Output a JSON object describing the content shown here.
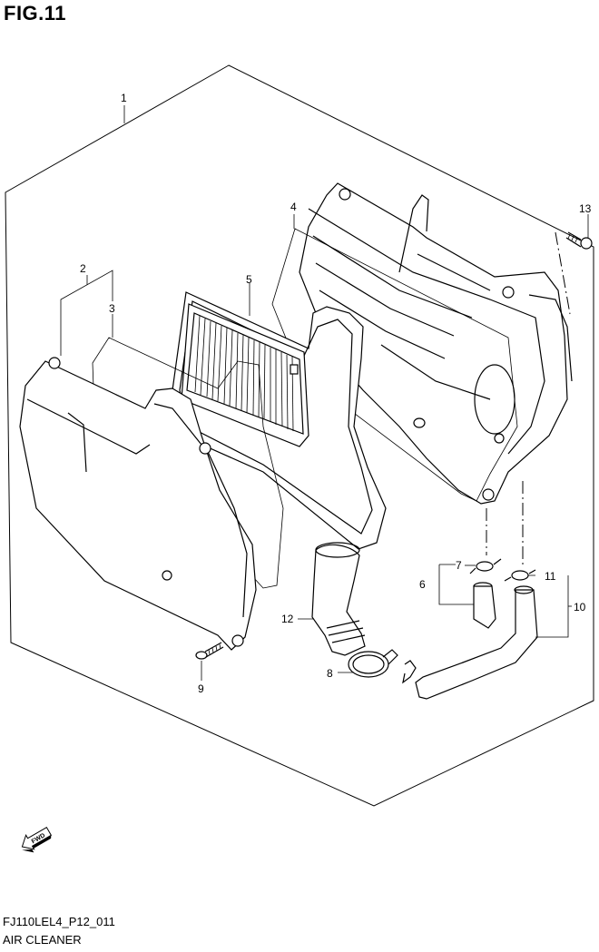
{
  "figure": {
    "title": "FIG.11",
    "code": "FJ110LEL4_P12_011",
    "name": "AIR CLEANER",
    "fwd_label": "FWD"
  },
  "callouts": {
    "c1": "1",
    "c2": "2",
    "c3": "3",
    "c4": "4",
    "c5": "5",
    "c6": "6",
    "c7": "7",
    "c8": "8",
    "c9": "9",
    "c10": "10",
    "c11": "11",
    "c12": "12",
    "c13": "13"
  }
}
